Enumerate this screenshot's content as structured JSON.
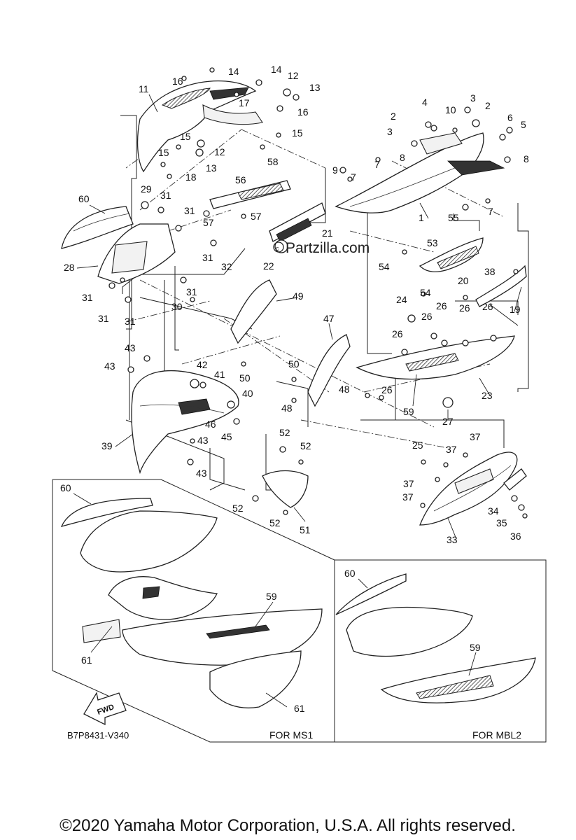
{
  "watermark": "Partzilla.com",
  "diagram_code": "B7P8431-V340",
  "inset_ms1_label": "FOR MS1",
  "inset_mbl2_label": "FOR MBL2",
  "fwd_label": "FWD",
  "copyright": "©2020 Yamaha Motor Corporation, U.S.A. All rights reserved.",
  "callouts": [
    {
      "n": "1"
    },
    {
      "n": "2"
    },
    {
      "n": "2"
    },
    {
      "n": "3"
    },
    {
      "n": "3"
    },
    {
      "n": "4"
    },
    {
      "n": "5"
    },
    {
      "n": "6"
    },
    {
      "n": "7"
    },
    {
      "n": "7"
    },
    {
      "n": "7"
    },
    {
      "n": "8"
    },
    {
      "n": "8"
    },
    {
      "n": "9"
    },
    {
      "n": "10"
    },
    {
      "n": "11"
    },
    {
      "n": "12"
    },
    {
      "n": "12"
    },
    {
      "n": "13"
    },
    {
      "n": "13"
    },
    {
      "n": "14"
    },
    {
      "n": "14"
    },
    {
      "n": "15"
    },
    {
      "n": "15"
    },
    {
      "n": "15"
    },
    {
      "n": "16"
    },
    {
      "n": "16"
    },
    {
      "n": "17"
    },
    {
      "n": "18"
    },
    {
      "n": "19"
    },
    {
      "n": "20"
    },
    {
      "n": "21"
    },
    {
      "n": "22"
    },
    {
      "n": "23"
    },
    {
      "n": "24"
    },
    {
      "n": "25"
    },
    {
      "n": "26"
    },
    {
      "n": "26"
    },
    {
      "n": "26"
    },
    {
      "n": "26"
    },
    {
      "n": "26"
    },
    {
      "n": "26"
    },
    {
      "n": "27"
    },
    {
      "n": "28"
    },
    {
      "n": "29"
    },
    {
      "n": "30"
    },
    {
      "n": "31"
    },
    {
      "n": "31"
    },
    {
      "n": "31"
    },
    {
      "n": "31"
    },
    {
      "n": "31"
    },
    {
      "n": "31"
    },
    {
      "n": "31"
    },
    {
      "n": "32"
    },
    {
      "n": "33"
    },
    {
      "n": "34"
    },
    {
      "n": "35"
    },
    {
      "n": "36"
    },
    {
      "n": "37"
    },
    {
      "n": "37"
    },
    {
      "n": "37"
    },
    {
      "n": "37"
    },
    {
      "n": "38"
    },
    {
      "n": "39"
    },
    {
      "n": "40"
    },
    {
      "n": "41"
    },
    {
      "n": "42"
    },
    {
      "n": "43"
    },
    {
      "n": "43"
    },
    {
      "n": "43"
    },
    {
      "n": "43"
    },
    {
      "n": "45"
    },
    {
      "n": "46"
    },
    {
      "n": "47"
    },
    {
      "n": "48"
    },
    {
      "n": "48"
    },
    {
      "n": "49"
    },
    {
      "n": "50"
    },
    {
      "n": "50"
    },
    {
      "n": "51"
    },
    {
      "n": "52"
    },
    {
      "n": "52"
    },
    {
      "n": "52"
    },
    {
      "n": "52"
    },
    {
      "n": "53"
    },
    {
      "n": "54"
    },
    {
      "n": "54"
    },
    {
      "n": "55"
    },
    {
      "n": "56"
    },
    {
      "n": "57"
    },
    {
      "n": "57"
    },
    {
      "n": "58"
    },
    {
      "n": "59"
    },
    {
      "n": "60"
    },
    {
      "n": "60"
    },
    {
      "n": "60"
    },
    {
      "n": "61"
    },
    {
      "n": "61"
    },
    {
      "n": "59"
    },
    {
      "n": "59"
    }
  ]
}
